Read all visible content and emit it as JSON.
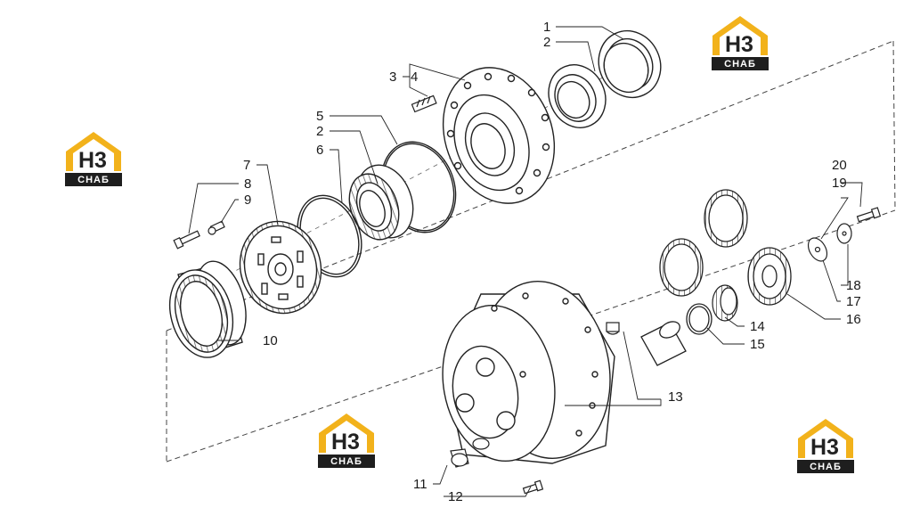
{
  "logo": {
    "main": "H3",
    "sub": "СНАБ"
  },
  "colors": {
    "logo_gold": "#f2b21b",
    "logo_dark": "#1e1e1e",
    "line": "#222222"
  },
  "callouts": [
    "1",
    "2",
    "3",
    "4",
    "5",
    "2",
    "6",
    "7",
    "8",
    "9",
    "10",
    "11",
    "12",
    "13",
    "14",
    "15",
    "16",
    "17",
    "18",
    "19",
    "20"
  ]
}
